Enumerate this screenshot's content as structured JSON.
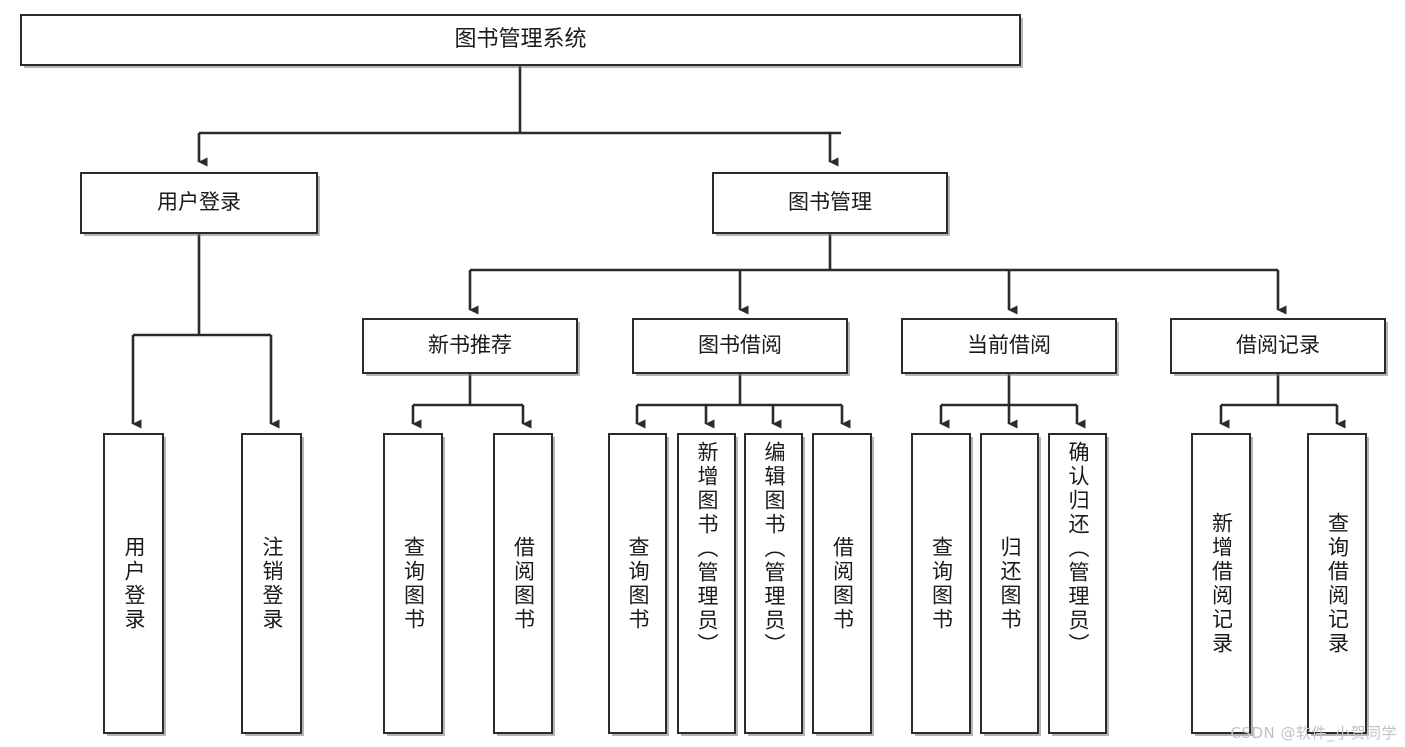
{
  "diagram": {
    "type": "tree-hierarchy",
    "title": "图书管理系统",
    "watermark": "CSDN @软件_小贺同学",
    "colors": {
      "box_border": "#2b2b2b",
      "box_fill": "#ffffff",
      "connector": "#2b2b2b",
      "text": "#1a1a1a",
      "watermark": "#c2c2c2",
      "background": "#ffffff"
    },
    "nodes": {
      "root": {
        "label": "图书管理系统"
      },
      "level1": [
        {
          "id": "user-login",
          "label": "用户登录"
        },
        {
          "id": "book-manage",
          "label": "图书管理"
        }
      ],
      "level2": [
        {
          "id": "new-book-rec",
          "label": "新书推荐"
        },
        {
          "id": "book-borrow",
          "label": "图书借阅"
        },
        {
          "id": "current-borrow",
          "label": "当前借阅"
        },
        {
          "id": "borrow-record",
          "label": "借阅记录"
        }
      ],
      "leaves": {
        "user-login": [
          {
            "id": "leaf-user-login",
            "label": "用户登录"
          },
          {
            "id": "leaf-logout",
            "label": "注销登录"
          }
        ],
        "new-book-rec": [
          {
            "id": "leaf-query-book-1",
            "label": "查询图书"
          },
          {
            "id": "leaf-borrow-book-1",
            "label": "借阅图书"
          }
        ],
        "book-borrow": [
          {
            "id": "leaf-query-book-2",
            "label": "查询图书"
          },
          {
            "id": "leaf-add-book",
            "label": "新增图书（管理员）"
          },
          {
            "id": "leaf-edit-book",
            "label": "编辑图书（管理员）"
          },
          {
            "id": "leaf-borrow-book-2",
            "label": "借阅图书"
          }
        ],
        "current-borrow": [
          {
            "id": "leaf-query-book-3",
            "label": "查询图书"
          },
          {
            "id": "leaf-return-book",
            "label": "归还图书"
          },
          {
            "id": "leaf-confirm-return",
            "label": "确认归还（管理员）"
          }
        ],
        "borrow-record": [
          {
            "id": "leaf-add-record",
            "label": "新增借阅记录"
          },
          {
            "id": "leaf-query-record",
            "label": "查询借阅记录"
          }
        ]
      }
    }
  }
}
